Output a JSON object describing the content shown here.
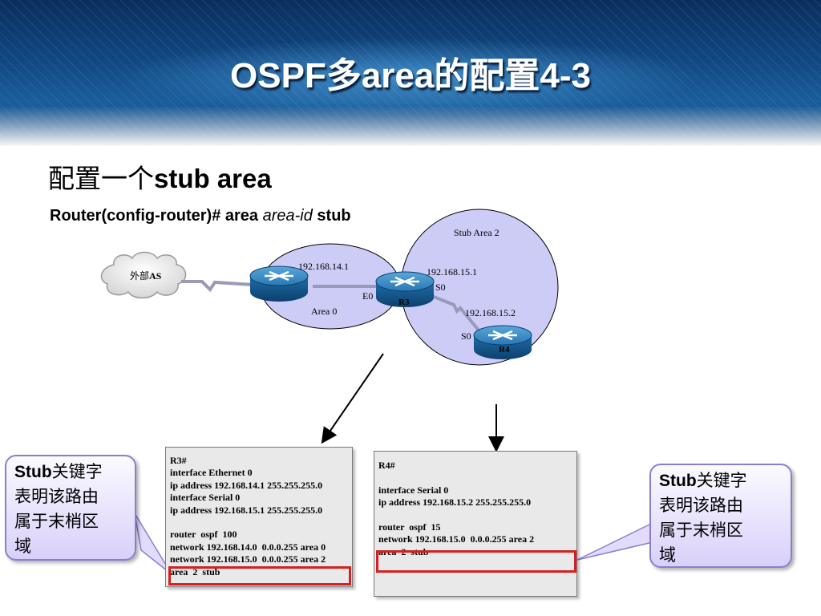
{
  "title": "OSPF多area的配置4-3",
  "subtitle": {
    "cn": "配置一个",
    "en": "stub area"
  },
  "command": {
    "prefix": "Router(config-router)# area ",
    "arg": "area-id",
    "suffix": " stub"
  },
  "diagram": {
    "cloud_label": "外部",
    "cloud_label_bold": "AS",
    "area0_label": "Area 0",
    "area0_ip": "192.168.14.1",
    "stub_area_label": "Stub Area 2",
    "r3_s0_ip": "192.168.15.1",
    "r3_s0": "S0",
    "r3_e0": "E0",
    "r3_name": "R3",
    "r4_ip": "192.168.15.2",
    "r4_s0": "S0",
    "r4_name": "R4"
  },
  "r3_config": [
    "R3#",
    "interface Ethernet 0",
    "ip address 192.168.14.1 255.255.255.0",
    "interface Serial 0",
    "ip address 192.168.15.1 255.255.255.0",
    "",
    "router  ospf  100",
    "network 192.168.14.0  0.0.0.255 area 0",
    "network 192.168.15.0  0.0.0.255 area 2",
    "area  2  stub"
  ],
  "r4_config": [
    "R4#",
    "",
    "interface Serial 0",
    "ip address 192.168.15.2 255.255.255.0",
    "",
    "router  ospf  15",
    "network 192.168.15.0  0.0.0.255 area 2",
    "area  2  stub"
  ],
  "callout_left": {
    "bold": "Stub",
    "text1": "关键字",
    "text2": "表明该路由",
    "text3": "属于末梢区",
    "text4": "域"
  },
  "callout_right": {
    "bold": "Stub",
    "text1": "关键字",
    "text2": "表明该路由",
    "text3": "属于末梢区",
    "text4": "域"
  },
  "colors": {
    "banner": "#114a85",
    "area_fill": "#ccccf7",
    "highlight": "#d42020",
    "router": "#1f6fa8"
  }
}
